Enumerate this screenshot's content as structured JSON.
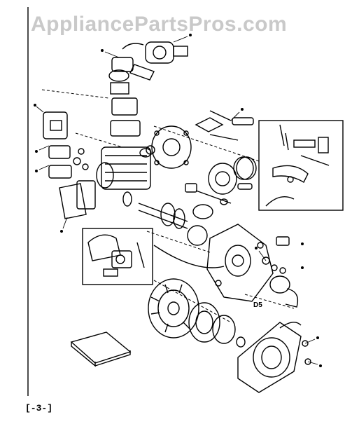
{
  "watermark": {
    "text": "AppliancePartsPros.com"
  },
  "diagram": {
    "section_label": "D5",
    "page_code": "[-3-]"
  },
  "colors": {
    "ink": "#000000",
    "watermark": "#c9c9c9",
    "paper": "#ffffff"
  }
}
